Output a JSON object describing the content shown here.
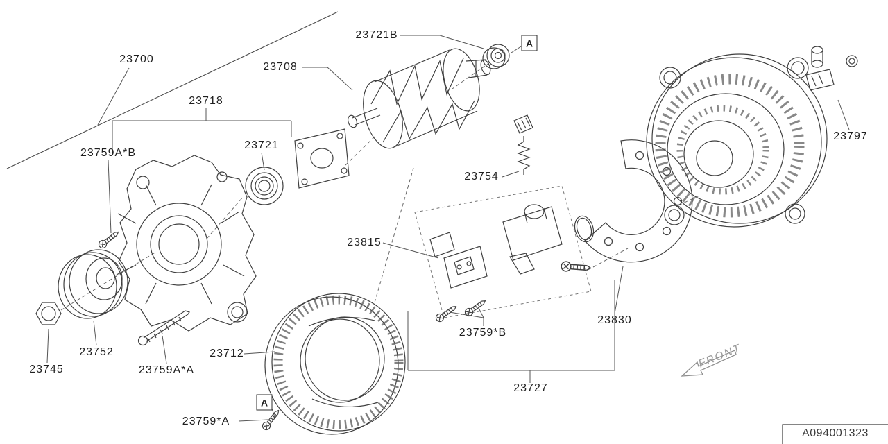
{
  "diagram": {
    "drawing_number": "A094001323",
    "front_indicator": "FRONT",
    "detail_markers": [
      "A",
      "A"
    ],
    "part_labels": [
      {
        "part": "23700"
      },
      {
        "part": "23721B"
      },
      {
        "part": "23708"
      },
      {
        "part": "23718"
      },
      {
        "part": "23721"
      },
      {
        "part": "23759A*B"
      },
      {
        "part": "23754"
      },
      {
        "part": "23815"
      },
      {
        "part": "23752"
      },
      {
        "part": "23745"
      },
      {
        "part": "23759A*A"
      },
      {
        "part": "23712"
      },
      {
        "part": "23759*A"
      },
      {
        "part": "23759*B"
      },
      {
        "part": "23830"
      },
      {
        "part": "23727"
      },
      {
        "part": "23797"
      }
    ],
    "colors": {
      "line": "#3f3f3f",
      "label": "#1f1f1f",
      "muted": "#9a9a9a",
      "background": "#ffffff"
    }
  }
}
